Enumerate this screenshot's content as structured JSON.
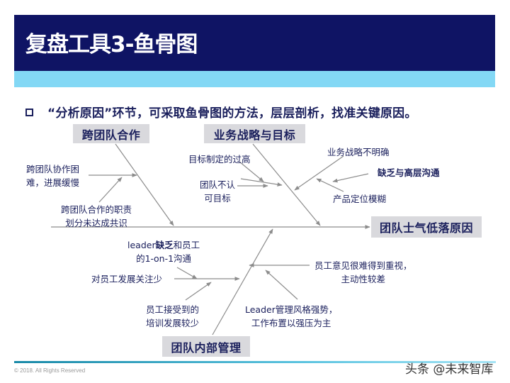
{
  "header": {
    "title": "复盘工具3-鱼骨图",
    "colors": {
      "title_bar": "#0f1464",
      "sub_bar": "#83d8f5"
    }
  },
  "bullet": {
    "icon": "hollow-square-icon",
    "text": "“分析原因”环节，可采取鱼骨图的方法，层层剖析，找准关键原因。"
  },
  "diagram": {
    "head": "团队士气低落原因",
    "categories": [
      {
        "label": "跨团队合作",
        "position": "top-left"
      },
      {
        "label": "业务战略与目标",
        "position": "top-right"
      },
      {
        "label": "团队内部管理",
        "position": "bottom"
      }
    ],
    "causes": {
      "cross_team": {
        "c1_line1": "跨团队协作困",
        "c1_line2": "难，进展缓慢",
        "c2_line1": "跨团队合作的职责",
        "c2_line2": "划分未达成共识"
      },
      "strategy": {
        "c1": "目标制定的过高",
        "c2_line1": "团队不认",
        "c2_line2": "可目标",
        "c3": "业务战略不明确",
        "c4": "缺乏与高层沟通",
        "c5": "产品定位模糊"
      },
      "internal": {
        "c1_line1_a": "leader",
        "c1_line1_b": "缺乏",
        "c1_line1_c": "和员工",
        "c1_line2": "的1-on-1沟通",
        "c2": "对员工发展关注少",
        "c3_line1": "员工接受到的",
        "c3_line2": "培训发展较少",
        "c4_line1": "员工意见很难得到重视，",
        "c4_line2": "主动性较差",
        "c5_line1": "Leader管理风格强势，",
        "c5_line2": "工作布置以强压为主"
      }
    },
    "colors": {
      "box_bg": "#d9d9dd",
      "text": "#1a1f5c",
      "lines": "#8c8c8c"
    }
  },
  "footer": {
    "copyright": "© 2018. All Rights Reserved",
    "watermark": "头条 @未来智库"
  }
}
